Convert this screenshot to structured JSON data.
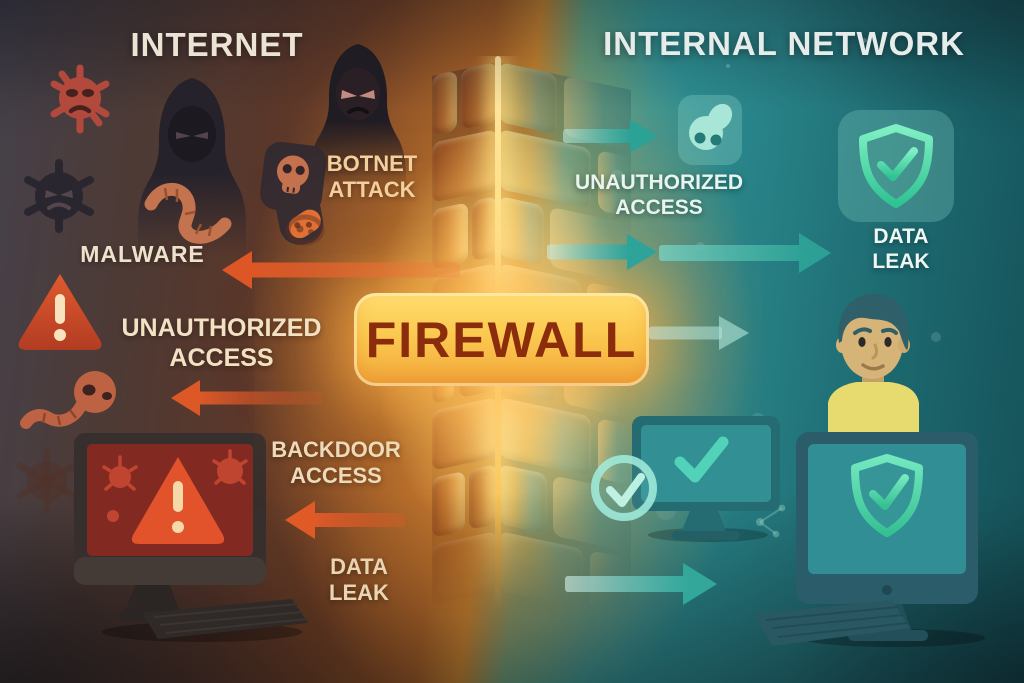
{
  "titles": {
    "internet": "INTERNET",
    "internal_network": "INTERNAL NETWORK"
  },
  "firewall": {
    "label": "FIREWALL"
  },
  "threats": {
    "botnet_attack": "BOTNET\nATTACK",
    "malware": "MALWARE",
    "unauthorized_access": "UNAUTHORIZED\nACCESS",
    "backdoor_access": "BACKDOOR\nACCESS",
    "data_leak": "DATA\nLEAK"
  },
  "internal": {
    "unauthorized_access": "UNAUTHORIZED\nACCESS",
    "data_leak": "DATA\nLEAK"
  },
  "icons": {
    "virus-icon": "spiky-circle-angry-face",
    "virus-silhouette-icon": "dark-spiky-circle",
    "hacker-icon": "hooded-figure-silhouette",
    "worm-icon": "segmented-worm",
    "skull-device-icon": "skull-on-infected-device",
    "warning-triangle-icon": "triangle-exclamation",
    "infected-monitor-icon": "monitor-with-warning-triangle",
    "keyboard-icon": "keyboard",
    "bug-icon": "bug-blob-badge",
    "shield-check-icon": "shield-with-checkmark",
    "check-circle-icon": "circled-checkmark",
    "monitor-check-icon": "monitor-with-checkmark",
    "monitor-shield-icon": "monitor-with-shield-checkmark",
    "user-icon": "person-at-computer",
    "brick-wall-icon": "glowing-brick-wall",
    "threat-arrow": "left-pointing-arrow",
    "safe-arrow": "right-pointing-arrow"
  },
  "colors": {
    "danger_arrow": "#df5626",
    "safe_arrow": "#2da095",
    "wall_gold": "#f8c54e",
    "banner_bg": "#fbc94f",
    "banner_text": "#8b2c0c",
    "left_bg": "#5a372a",
    "right_bg": "#267f84",
    "label_cream": "#f2e2c3",
    "label_white": "#eff7f3"
  }
}
